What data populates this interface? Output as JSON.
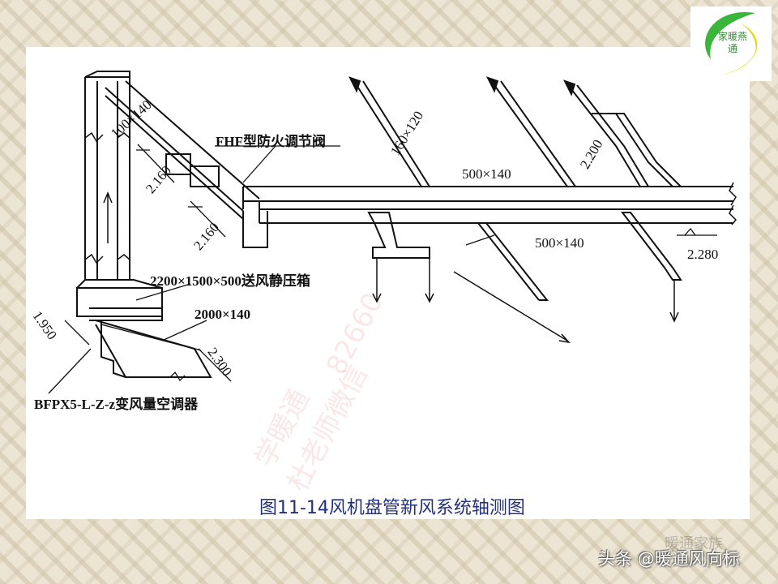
{
  "logo": {
    "text": "家暖燕通",
    "colors": {
      "green": "#3cb53c",
      "yellow": "#e8d400"
    }
  },
  "labels": {
    "branch_duct_top_left": "100×140",
    "elev_1": "2.160",
    "elev_2": "2.160",
    "fire_damper": "FHF型防火调节阀",
    "branch_160": "160×120",
    "main_duct_upper": "500×140",
    "elev_3": "2.200",
    "main_duct_lower": "500×140",
    "elev_4": "2.280",
    "plenum_box": "2200×1500×500送风静压箱",
    "duct_2000": "2000×140",
    "elev_5": "1.950",
    "elev_6": "2.300",
    "ahu": "BFPX5-L-Z-z变风量空调器"
  },
  "caption": "图11-14风机盘管新风系统轴测图",
  "watermark": {
    "line1": "学暖通",
    "line2": "杜老师微信",
    "line3": "82660"
  },
  "footer": {
    "faint": "暖通家族",
    "text": "头条 @暖通风向标"
  }
}
